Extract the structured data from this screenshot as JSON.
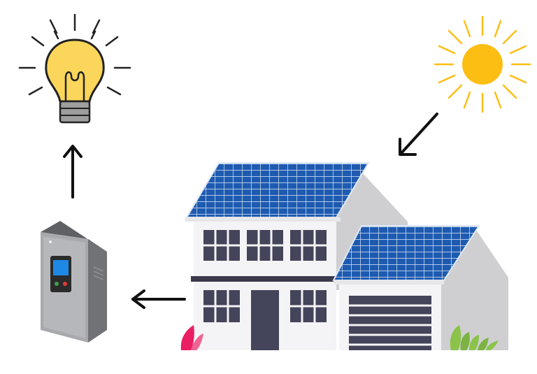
{
  "diagram": {
    "nodes": [
      {
        "id": "sun",
        "icon": "sun-icon"
      },
      {
        "id": "house",
        "icon": "solar-house-icon"
      },
      {
        "id": "inverter",
        "icon": "inverter-icon"
      },
      {
        "id": "bulb",
        "icon": "light-bulb-icon"
      }
    ],
    "flows": [
      {
        "from": "sun",
        "to": "house"
      },
      {
        "from": "house",
        "to": "inverter"
      },
      {
        "from": "inverter",
        "to": "bulb"
      }
    ]
  },
  "colors": {
    "background": "#ffffff",
    "sun": "#FDBE14",
    "sun_rays": "#FDBE14",
    "bulb": "#FCD65A",
    "bulb_outline": "#222222",
    "bulb_base": "#9E9E9E",
    "arrow": "#111111",
    "panel": "#1E5BB0",
    "panel_grid": "#DDE8F7",
    "house_wall": "#F4F4F6",
    "house_gable": "#CFCFD2",
    "house_trim": "#3A3A4C",
    "window": "#44445A",
    "door": "#44445A",
    "garage_door": "#44445A",
    "inverter_body": "#A7A9AC",
    "inverter_side": "#707275",
    "inverter_screen": "#1E88E5",
    "plant_green": "#8BC34A",
    "plant_pink": "#E91E63"
  }
}
